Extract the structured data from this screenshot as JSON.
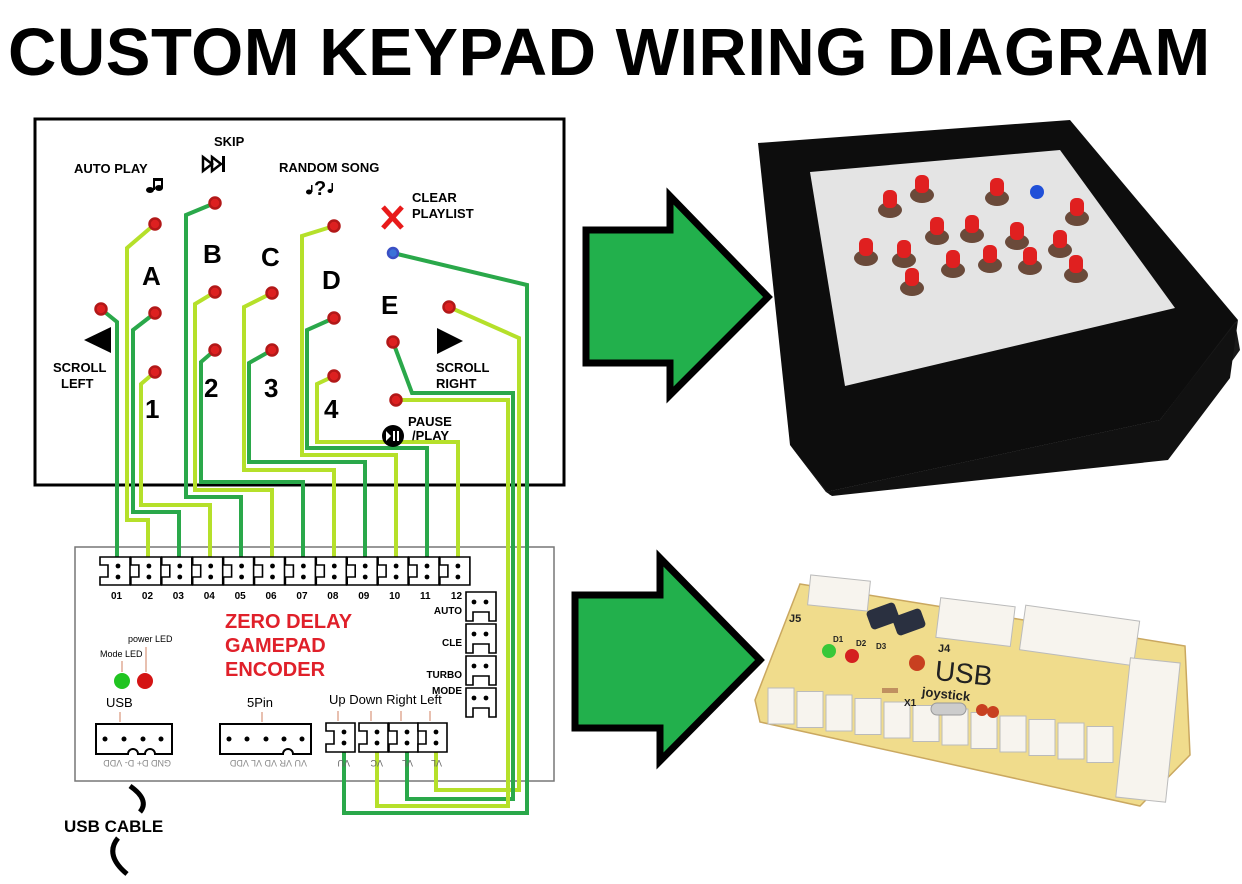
{
  "title": "CUSTOM KEYPAD WIRING DIAGRAM",
  "colors": {
    "wire_dark_green": "#2aa84a",
    "wire_light_green": "#b5e02a",
    "button_red": "#b21818",
    "button_blue": "#3a4fc4",
    "arrow_green": "#22b04c",
    "encoder_label_red": "#e0202a",
    "led_green": "#21c421",
    "led_red": "#d41414",
    "pcb_yellow": "#f0dc8c"
  },
  "keypad_panel": {
    "labels": {
      "auto_play": "AUTO PLAY",
      "skip": "SKIP",
      "random_song": "RANDOM SONG",
      "clear_playlist_1": "CLEAR",
      "clear_playlist_2": "PLAYLIST",
      "scroll_left_1": "SCROLL",
      "scroll_left_2": "LEFT",
      "scroll_right_1": "SCROLL",
      "scroll_right_2": "RIGHT",
      "pause_play_1": "PAUSE",
      "pause_play_2": "/PLAY",
      "letter_a": "A",
      "letter_b": "B",
      "letter_c": "C",
      "letter_d": "D",
      "letter_e": "E",
      "num_1": "1",
      "num_2": "2",
      "num_3": "3",
      "num_4": "4"
    },
    "icons": [
      "music-note-icon",
      "skip-forward-icon",
      "random-music-icon",
      "clear-x-icon",
      "left-arrow-icon",
      "right-arrow-icon",
      "pause-play-icon"
    ]
  },
  "encoder": {
    "title_1": "ZERO DELAY",
    "title_2": "GAMEPAD",
    "title_3": "ENCODER",
    "port_labels": [
      "01",
      "02",
      "03",
      "04",
      "05",
      "06",
      "07",
      "08",
      "09",
      "10",
      "11",
      "12"
    ],
    "side_ports": [
      "AUTO",
      "CLE",
      "TURBO",
      "MODE"
    ],
    "mode_led": "Mode LED",
    "power_led": "power LED",
    "usb_label": "USB",
    "usb_pins": "GND D+ D- VDD",
    "five_pin_label": "5Pin",
    "five_pin_pins": "VU VR VD VL VDD",
    "direction_label": "Up Down Right Left",
    "direction_pins": [
      "VU",
      "VC",
      "VL",
      "VL"
    ]
  },
  "usb_cable_label": "USB CABLE",
  "photos": {
    "keypad_box": "Finished keypad in black wooden box",
    "pcb_board_text_1": "USB",
    "pcb_board_text_2": "joystick",
    "pcb_refs": [
      "J5",
      "D1",
      "D2",
      "D3",
      "J4",
      "X1"
    ]
  }
}
